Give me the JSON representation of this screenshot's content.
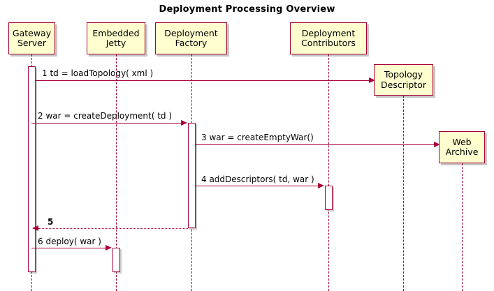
{
  "diagram": {
    "type": "sequence-diagram",
    "title": "Deployment Processing Overview",
    "colors": {
      "box_fill": "#FEFECE",
      "border": "#A80036",
      "text": "#000000",
      "background": "#FFFFFF"
    },
    "participants": [
      {
        "id": "gateway-server",
        "label": "Gateway\nServer",
        "line1": "Gateway",
        "line2": "Server"
      },
      {
        "id": "embedded-jetty",
        "label": "Embedded\nJetty",
        "line1": "Embedded",
        "line2": "Jetty"
      },
      {
        "id": "deployment-factory",
        "label": "Deployment\nFactory",
        "line1": "Deployment",
        "line2": "Factory"
      },
      {
        "id": "deployment-contributors",
        "label": "Deployment\nContributors",
        "line1": "Deployment",
        "line2": "Contributors"
      },
      {
        "id": "topology-descriptor",
        "label": "Topology\nDescriptor",
        "line1": "Topology",
        "line2": "Descriptor"
      },
      {
        "id": "web-archive",
        "label": "Web\nArchive",
        "line1": "Web",
        "line2": "Archive"
      }
    ],
    "messages": [
      {
        "number": "1",
        "text": "td = loadTopology( xml )",
        "full": "1 td = loadTopology( xml )",
        "from": "gateway-server",
        "to": "topology-descriptor",
        "style": "solid"
      },
      {
        "number": "2",
        "text": "war = createDeployment( td )",
        "full": "2 war = createDeployment( td )",
        "from": "gateway-server",
        "to": "deployment-factory",
        "style": "solid"
      },
      {
        "number": "3",
        "text": "war = createEmptyWar()",
        "full": "3 war = createEmptyWar()",
        "from": "deployment-factory",
        "to": "web-archive",
        "style": "solid"
      },
      {
        "number": "4",
        "text": "addDescriptors( td, war )",
        "full": "4 addDescriptors( td, war )",
        "from": "deployment-factory",
        "to": "deployment-contributors",
        "style": "solid"
      },
      {
        "number": "5",
        "text": "",
        "full": "5",
        "from": "deployment-factory",
        "to": "gateway-server",
        "style": "dotted"
      },
      {
        "number": "6",
        "text": "deploy( war )",
        "full": "6 deploy( war )",
        "from": "gateway-server",
        "to": "embedded-jetty",
        "style": "solid"
      }
    ]
  }
}
